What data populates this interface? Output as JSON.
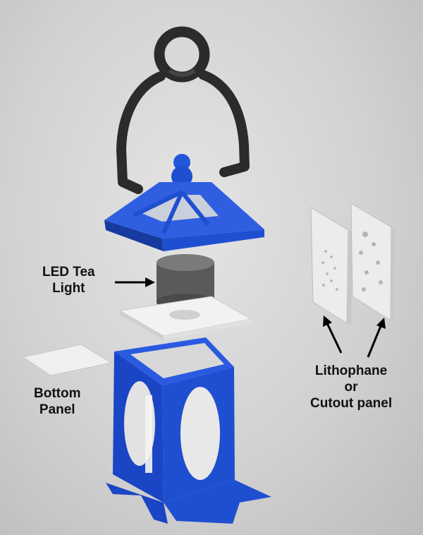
{
  "labels": {
    "tea_light": [
      "LED Tea",
      "Light"
    ],
    "bottom_panel": [
      "Bottom",
      "Panel"
    ],
    "lithophane": [
      "Lithophane",
      "or",
      "Cutout panel"
    ]
  },
  "colors": {
    "handle": "#2b2b2b",
    "blue": "#1f4fd1",
    "blue_dark": "#163a9e",
    "white_part": "#f2f2f2",
    "tea_light": "#5a5a5a",
    "flame": "#c9b04a",
    "background": "#d6d6d6"
  }
}
